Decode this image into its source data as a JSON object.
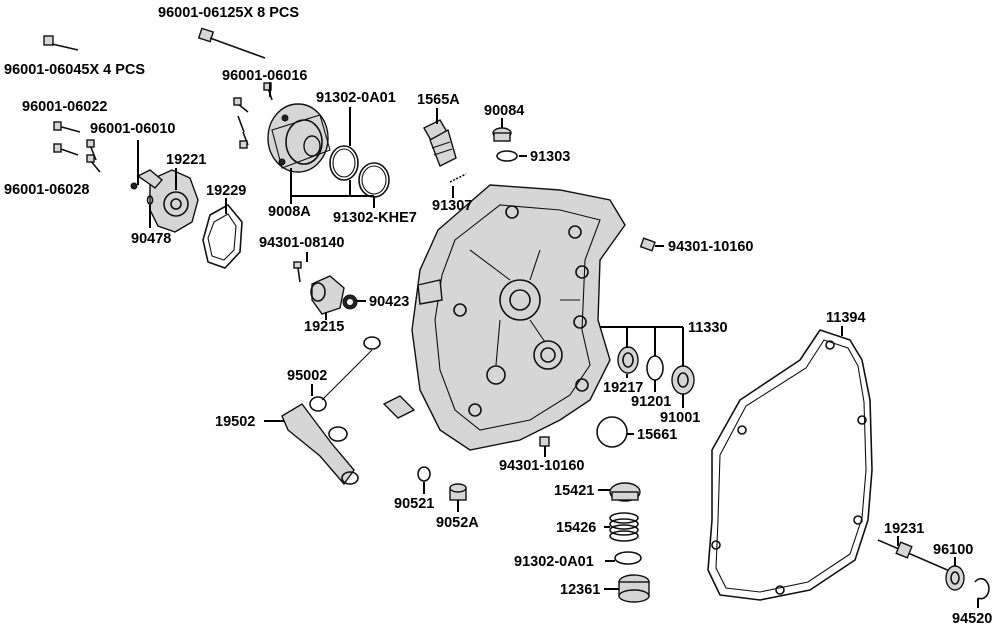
{
  "labels": {
    "l_96001_06125": "96001-06125X 8 PCS",
    "l_96001_06045": "96001-06045X 4 PCS",
    "l_96001_06016": "96001-06016",
    "l_91302_0A01_top": "91302-0A01",
    "l_1565A": "1565A",
    "l_90084": "90084",
    "l_96001_06022": "96001-06022",
    "l_96001_06010": "96001-06010",
    "l_19221": "19221",
    "l_19229": "19229",
    "l_96001_06028": "96001-06028",
    "l_90478": "90478",
    "l_9008A": "9008A",
    "l_91302_KHE7": "91302-KHE7",
    "l_91307": "91307",
    "l_91303": "91303",
    "l_94301_08140": "94301-08140",
    "l_94301_10160_top": "94301-10160",
    "l_90423": "90423",
    "l_19215": "19215",
    "l_11330": "11330",
    "l_11394": "11394",
    "l_95002": "95002",
    "l_19502": "19502",
    "l_19217": "19217",
    "l_91201": "91201",
    "l_91001": "91001",
    "l_15661": "15661",
    "l_94301_10160_bot": "94301-10160",
    "l_15421": "15421",
    "l_90521": "90521",
    "l_9052A": "9052A",
    "l_15426": "15426",
    "l_91302_0A01_bot": "91302-0A01",
    "l_12361": "12361",
    "l_19231": "19231",
    "l_96100": "96100",
    "l_94520": "94520"
  }
}
